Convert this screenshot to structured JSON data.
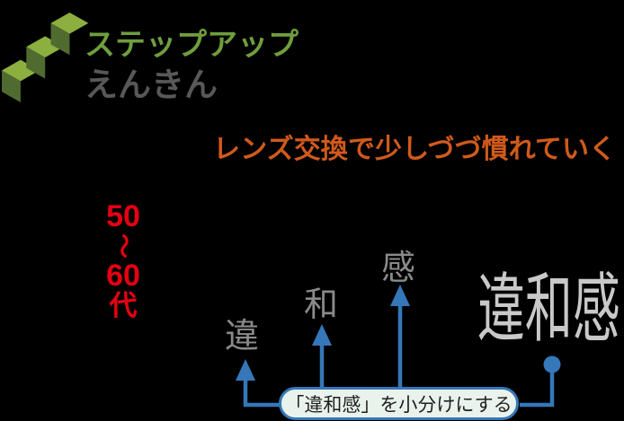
{
  "colors": {
    "background": "#000000",
    "stair_light": "#8caf3f",
    "stair_dark": "#4f6b30",
    "title_green": "#6f9e3d",
    "title_gray": "#595757",
    "orange": "#d05a1b",
    "red": "#e60012",
    "kanji_gray": "#8a8a8a",
    "big_gray": "#c9c9c9",
    "blue": "#3577b9",
    "box_bg": "#eaf2ec",
    "box_text": "#1f1f1f"
  },
  "logo": {
    "icon": "staircase-icon",
    "title_line1": "ステップアップ",
    "title_line2": "えんきん"
  },
  "headline": {
    "text": "レンズ交換で少しづづ慣れていく"
  },
  "age_label": {
    "text": "50〜60代",
    "line1": "50",
    "tilde": "〜",
    "line2": "60",
    "line3": "代"
  },
  "diagram": {
    "split_chars": [
      "違",
      "和",
      "感"
    ],
    "big_label": "違和感",
    "callout": "「違和感」を小分けにする"
  }
}
